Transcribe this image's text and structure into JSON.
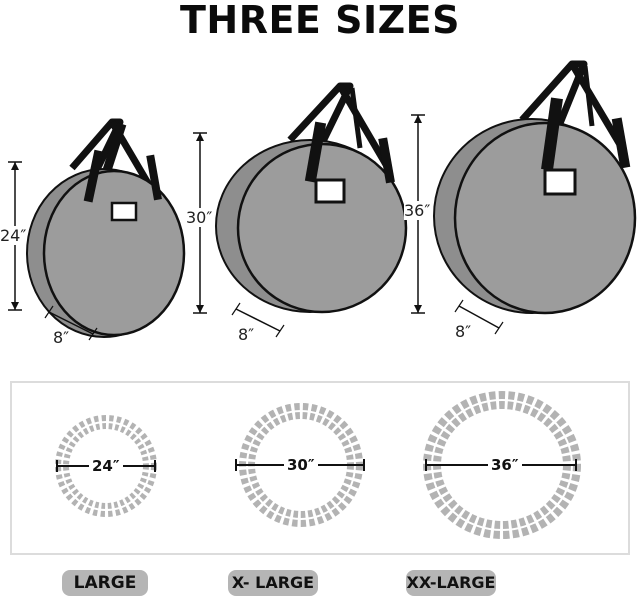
{
  "header": {
    "title": "THREE SIZES"
  },
  "bags": [
    {
      "name": "large",
      "height_label": "24″",
      "depth_label": "8″"
    },
    {
      "name": "x-large",
      "height_label": "30″",
      "depth_label": "8″"
    },
    {
      "name": "xx-large",
      "height_label": "36″",
      "depth_label": "8″"
    }
  ],
  "wreaths": [
    {
      "diameter_label": "24″"
    },
    {
      "diameter_label": "30″"
    },
    {
      "diameter_label": "36″"
    }
  ],
  "size_labels": [
    "LARGE",
    "X- LARGE",
    "XX-LARGE"
  ],
  "colors": {
    "bag_fill": "#9a9a9a",
    "bag_trim": "#111111",
    "wreath": "#b3b3b3",
    "pill": "#b5b5b5",
    "panel_border": "#dcdcdc"
  }
}
